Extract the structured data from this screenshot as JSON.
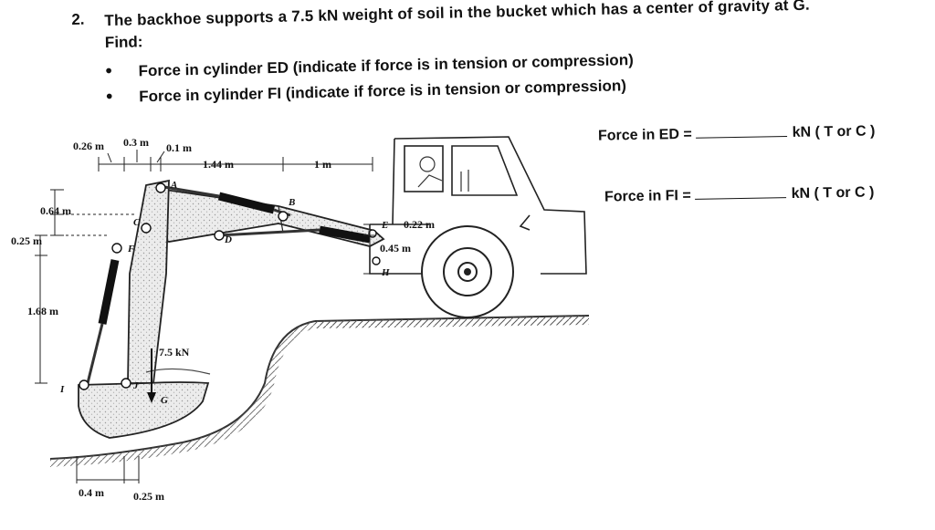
{
  "question": {
    "number": "2.",
    "intro": "The backhoe supports a ",
    "weight": "7.5 kN",
    "outro": " weight of soil in the bucket which has a center of gravity at G.",
    "find": "Find:",
    "bullets": [
      "Force in cylinder ED (indicate if force is in tension or compression)",
      "Force in cylinder FI (indicate if force is in tension or compression)"
    ]
  },
  "answers": [
    {
      "label": "Force in ED =",
      "unit": "kN ( T or C )"
    },
    {
      "label": "Force in FI =",
      "unit": "kN ( T or C )"
    }
  ],
  "figure": {
    "dims": {
      "d026": "0.26 m",
      "d03": "0.3 m",
      "d01": "0.1 m",
      "d144": "1.44 m",
      "d1": "1 m",
      "d064": "0.64 m",
      "d025v": "0.25 m",
      "d168": "1.68 m",
      "d022": "0.22 m",
      "d045": "0.45 m",
      "d04": "0.4 m",
      "d025h": "0.25 m"
    },
    "load": "7.5 kN",
    "points": {
      "A": "A",
      "B": "B",
      "C": "C",
      "D": "D",
      "E": "E",
      "F": "F",
      "G": "G",
      "H": "H",
      "I": "I",
      "J": "J"
    }
  }
}
